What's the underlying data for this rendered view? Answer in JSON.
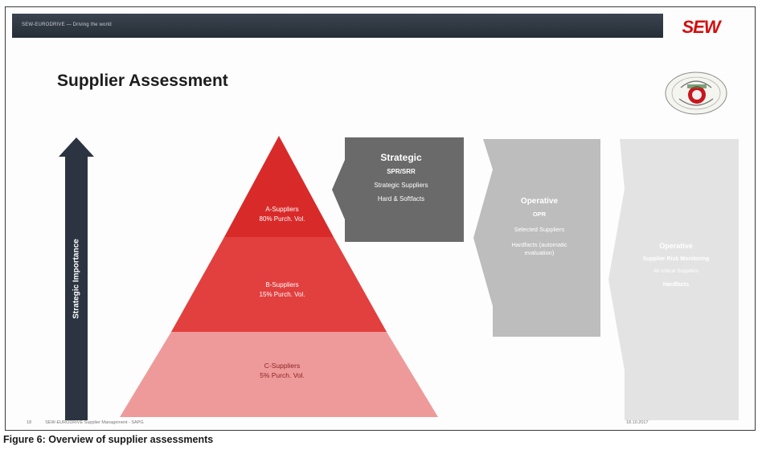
{
  "header": {
    "bar_text": "SEW-EURODRIVE — Driving the world",
    "logo_text": "SEW"
  },
  "slide": {
    "title": "Supplier Assessment",
    "axis_label": "Strategic Importance"
  },
  "pyramid": {
    "levels": [
      {
        "line1": "A-Suppliers",
        "line2": "80% Purch. Vol.",
        "color": "#d92a2a"
      },
      {
        "line1": "B-Suppliers",
        "line2": "15% Purch. Vol.",
        "color": "#e04545"
      },
      {
        "line1": "C-Suppliers",
        "line2": "5% Purch. Vol.",
        "color": "#ef9a9a"
      }
    ]
  },
  "assessments": [
    {
      "title": "Strategic",
      "subtitle": "SPR/SRR",
      "line1": "Strategic Suppliers",
      "line2": "Hard & Softfacts",
      "color": "#6b6b6b"
    },
    {
      "title": "Operative",
      "subtitle": "OPR",
      "line1": "Selected Suppliers",
      "line2": "Hardfacts (automatic evaluation)",
      "color": "#bfbfbf"
    },
    {
      "title": "Operative",
      "subtitle": "Supplier Risk Monitoring",
      "line1": "All critical Suppliers",
      "line2": "Hardfacts",
      "color": "#e2e2e2"
    }
  ],
  "footer": {
    "page": "18",
    "left": "SEW-EURODRIVE Supplier Management - SAPG",
    "right": "18.10.2017"
  },
  "caption": "Figure 6: Overview of supplier assessments"
}
